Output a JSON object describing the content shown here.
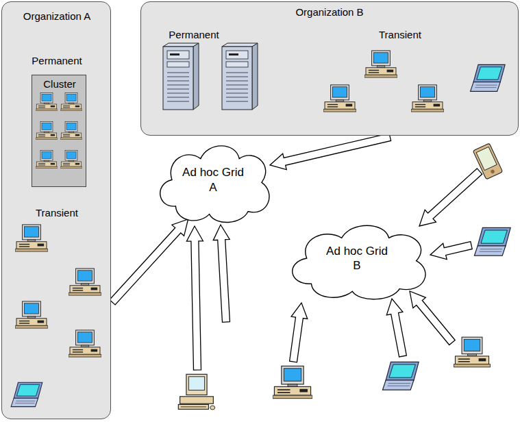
{
  "diagram": {
    "nodes": [
      {
        "text": [
          "Organization A",
          "Permanent",
          "Transient"
        ]
      },
      {
        "text": [
          "Cluster"
        ],
        "in": 0
      },
      {
        "text": [
          "Organization B",
          "Permanent",
          "Transient"
        ]
      },
      {
        "text": [
          "Ad hoc Grid A"
        ]
      },
      {
        "text": [
          "Ad hoc Grid B"
        ]
      }
    ],
    "edges": [
      {
        "from": 2,
        "to": 3,
        "arrow": "to"
      },
      {
        "from": 0,
        "to": 3,
        "arrow": "to"
      }
    ]
  }
}
